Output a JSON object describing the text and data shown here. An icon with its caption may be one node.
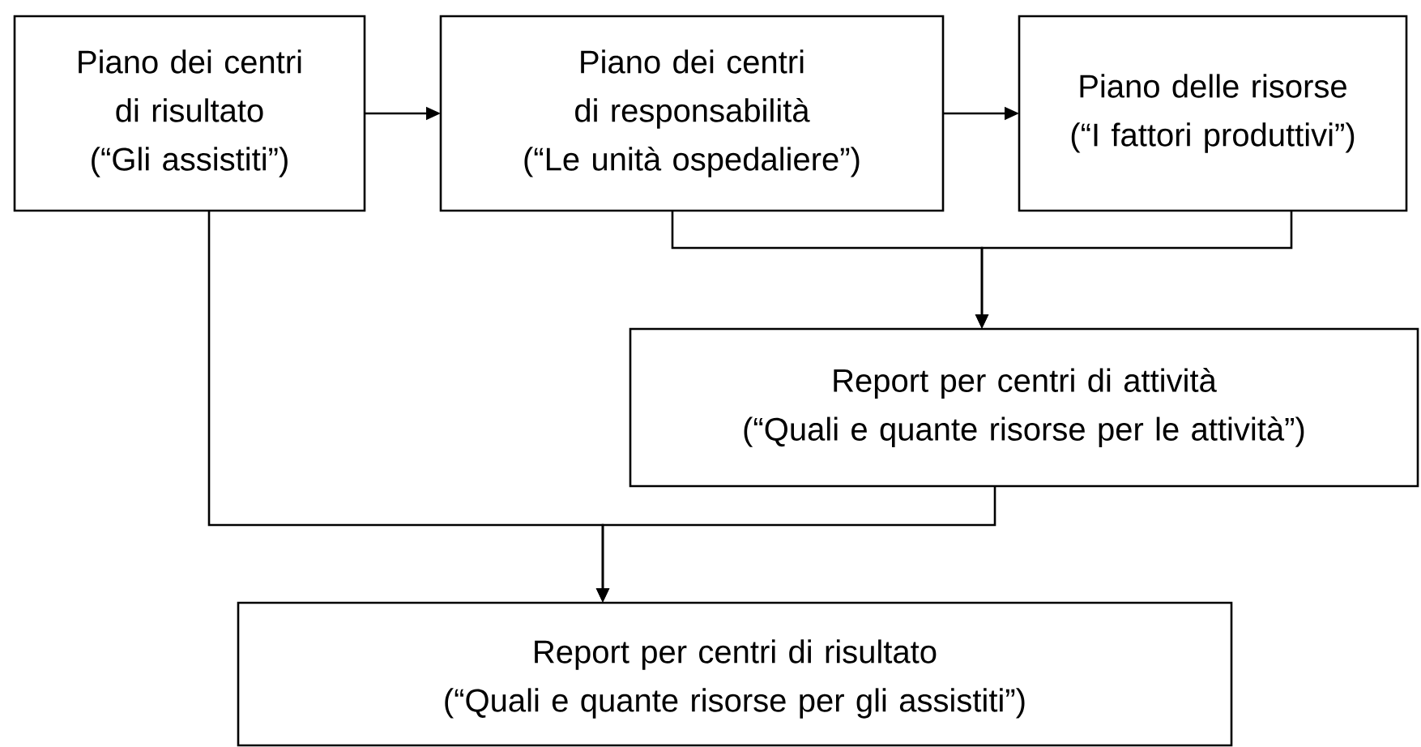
{
  "diagram": {
    "nodes": [
      {
        "text": [
          "Piano dei centri di risultato",
          "(“Gli assistiti”)"
        ]
      },
      {
        "text": [
          "Piano dei centri di responsabilità",
          "(“Le unità ospedaliere”)"
        ]
      },
      {
        "text": [
          "Piano delle risorse",
          "(“I fattori produttivi”)"
        ]
      },
      {
        "text": [
          "Report per centri di attività",
          "(“Quali e quante risorse per le attività”)"
        ]
      },
      {
        "text": [
          "Report per centri di risultato",
          "(“Quali e quante risorse per gli assistiti”)"
        ]
      }
    ],
    "edges": [
      {
        "from": 0,
        "to": 1,
        "arrow": "to"
      },
      {
        "from": 1,
        "to": 2,
        "arrow": "to"
      },
      {
        "from": 1,
        "to": 3,
        "arrow": "to"
      },
      {
        "from": 2,
        "to": 3,
        "arrow": "to"
      },
      {
        "from": 0,
        "to": 4,
        "arrow": "to"
      },
      {
        "from": 3,
        "to": 4,
        "arrow": "to"
      }
    ]
  }
}
